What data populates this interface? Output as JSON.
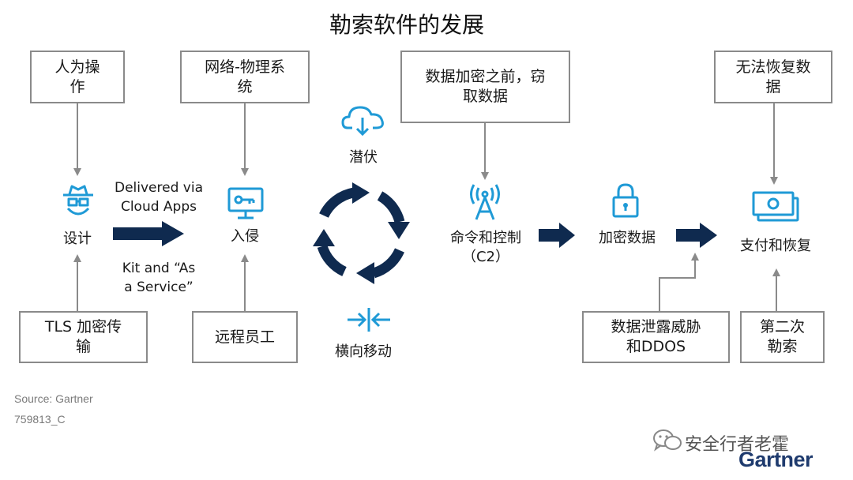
{
  "title": "勒索软件的发展",
  "top_boxes": {
    "human": "人为操\n作",
    "cyber_physical": "网络-物理系\n统",
    "pre_encrypt": "数据加密之前，窃\n取数据",
    "unrecoverable": "无法恢复数\n据"
  },
  "bottom_boxes": {
    "tls": "TLS 加密传\n输",
    "remote": "远程员工",
    "leak": "数据泄露威胁\n和DDOS",
    "second": "第二次\n勒索"
  },
  "stages": {
    "design": "设计",
    "intrusion": "入侵",
    "latent": "潜伏",
    "lateral": "横向移动",
    "c2": "命令和控制\n（C2）",
    "encrypt": "加密数据",
    "pay": "支付和恢复"
  },
  "arrow_labels": {
    "top": "Delivered via\nCloud Apps",
    "bottom": "Kit and “As\na Service”"
  },
  "footer": {
    "source": "Source: Gartner",
    "code": "759813_C",
    "wechat": "安全行者老霍",
    "brand": "Gartner"
  },
  "colors": {
    "accent_blue": "#1f9ad6",
    "navy": "#0f2a4f",
    "connector_gray": "#8a8a8a"
  }
}
